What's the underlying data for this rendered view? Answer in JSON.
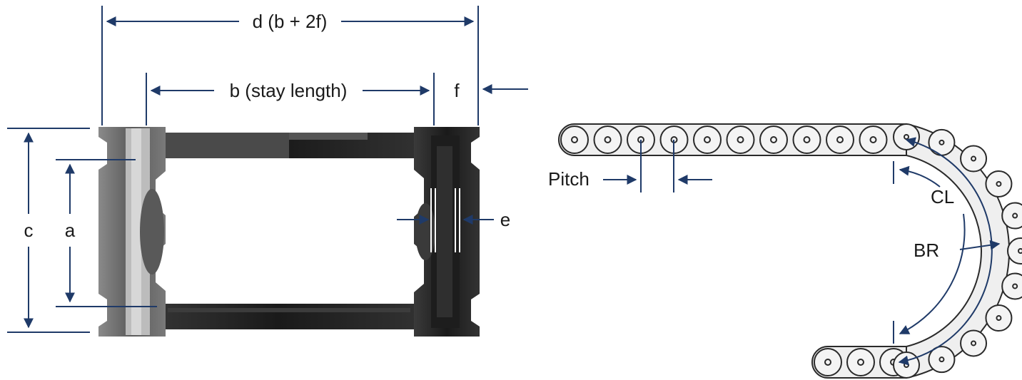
{
  "labels": {
    "d": "d (b + 2f)",
    "b": "b (stay length)",
    "f": "f",
    "c": "c",
    "a": "a",
    "e": "e",
    "pitch": "Pitch",
    "cl": "CL",
    "br": "BR"
  },
  "colors": {
    "dimension_line": "#1f3a68",
    "label": "#1a1a1a",
    "dark_part": "#262626",
    "gray_part": "#6e6e6e",
    "light_part": "#bcbcbc",
    "link_fill": "#efefef",
    "link_stroke": "#2a2a2a"
  }
}
